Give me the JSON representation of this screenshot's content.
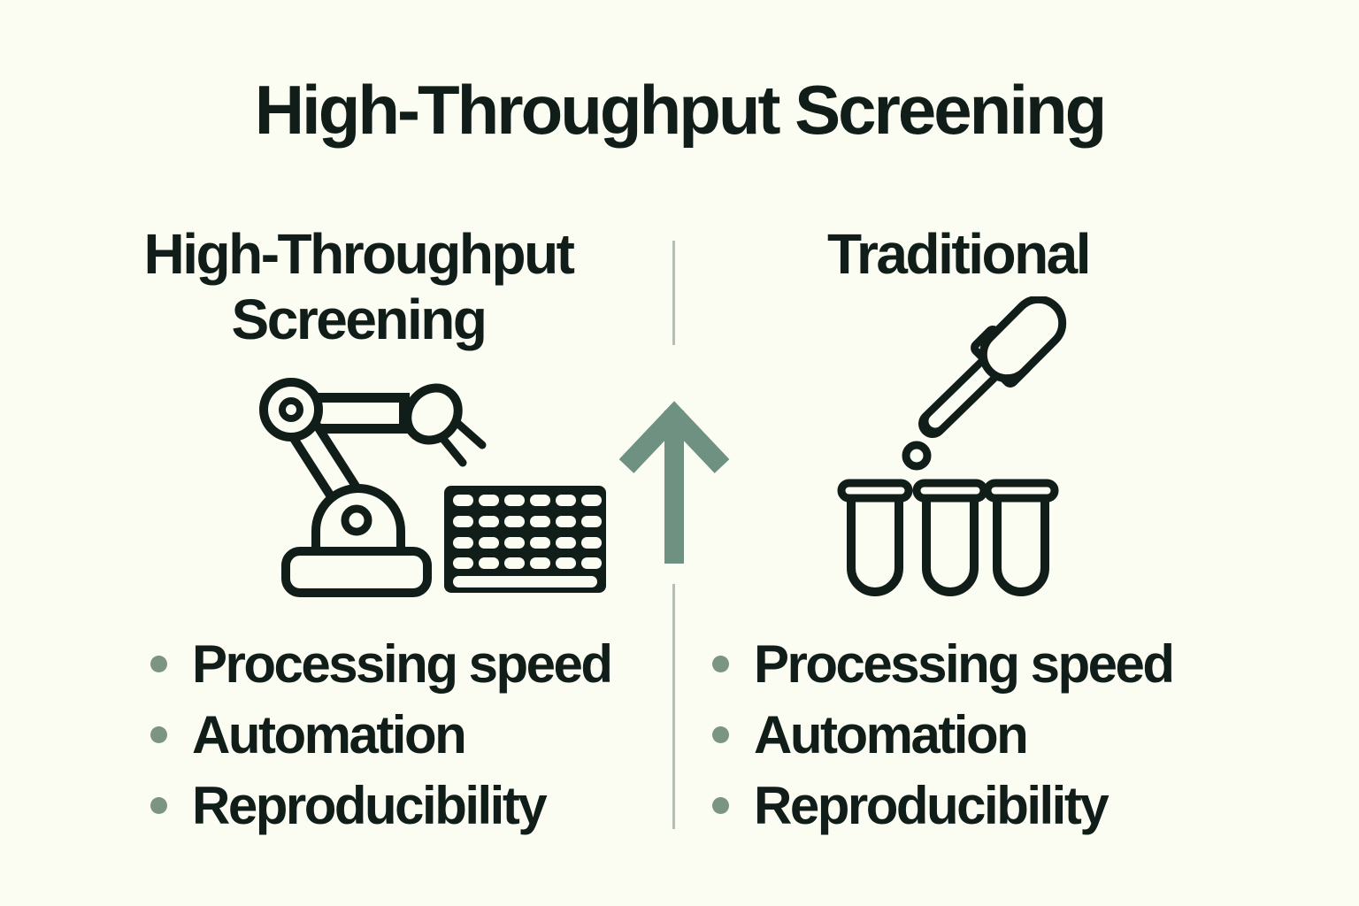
{
  "title": "High-Throughput Screening",
  "columns": {
    "left": {
      "heading": "High-Throughput\nScreening",
      "icon": "robot-arm-and-microplate",
      "bullets": [
        "Processing speed",
        "Automation",
        "Reproducibility"
      ]
    },
    "right": {
      "heading": "Traditional",
      "icon": "pipette-and-test-tubes",
      "bullets": [
        "Processing speed",
        "Automation",
        "Reproducibility"
      ]
    }
  },
  "divider": {
    "icon": "up-arrow"
  },
  "colors": {
    "background": "#fcfdf2",
    "ink": "#101d19",
    "arrow_green": "#6f9181",
    "bullet_green": "#7c9484",
    "divider_line": "#b5beb6"
  }
}
